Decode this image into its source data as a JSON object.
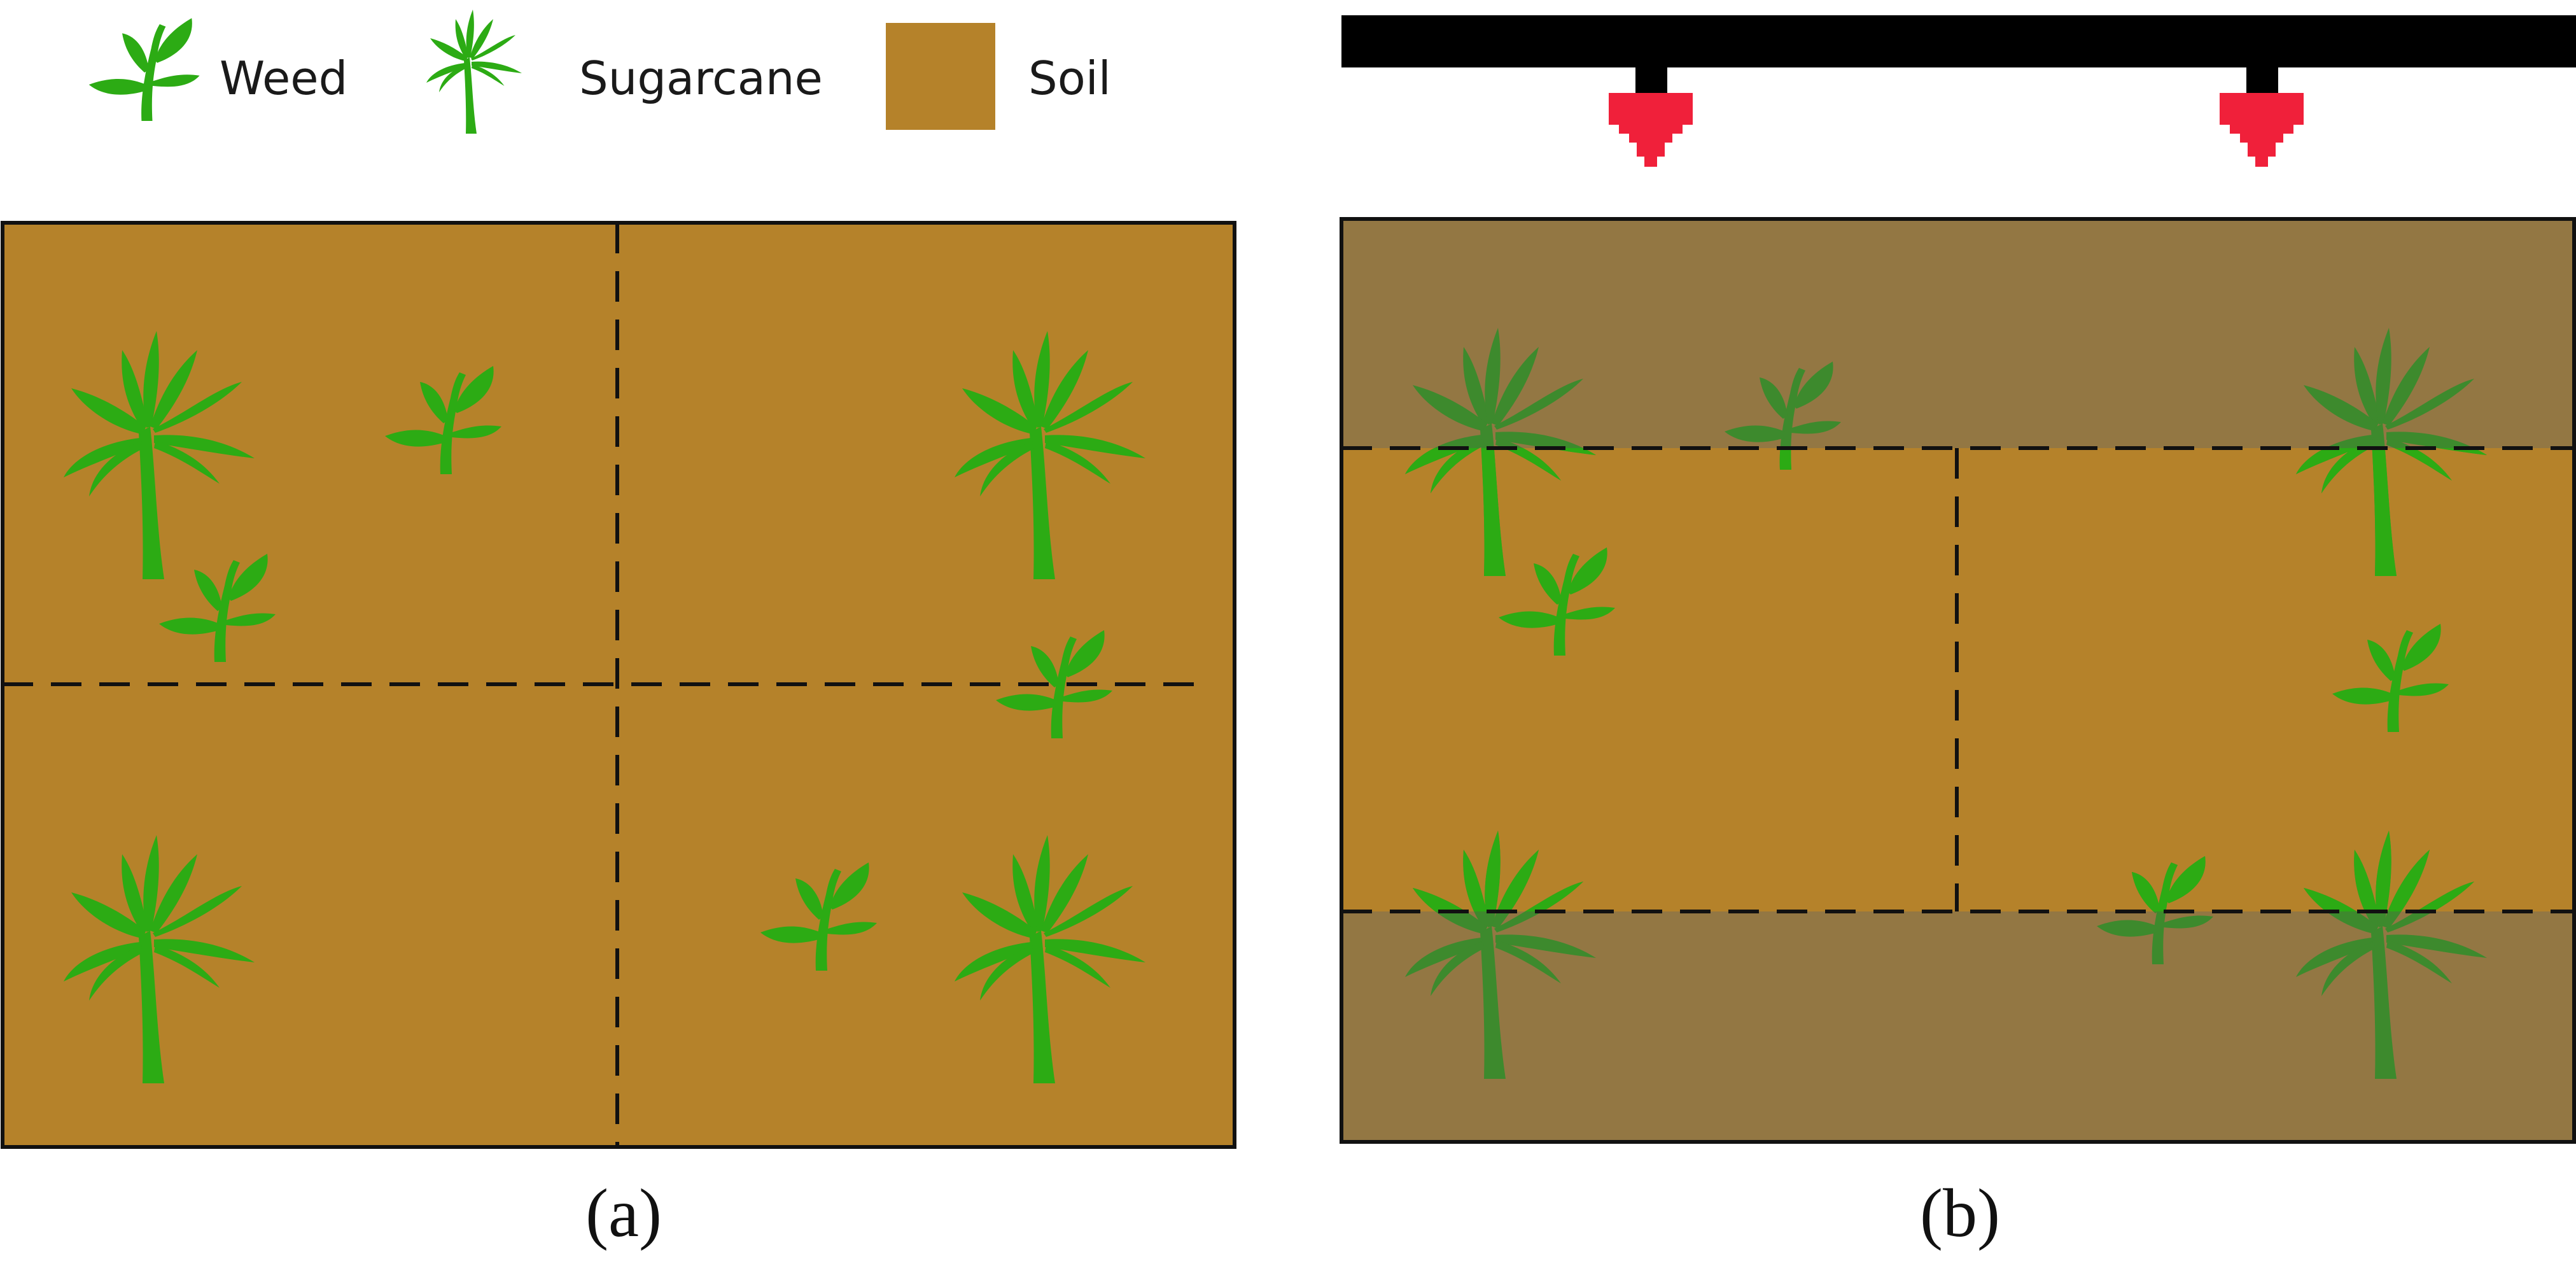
{
  "legend": {
    "weed_label": "Weed",
    "sugarcane_label": "Sugarcane",
    "soil_label": "Soil"
  },
  "panel_a": {
    "caption": "(a)"
  },
  "panel_b": {
    "caption": "(b)"
  },
  "colors": {
    "soil": "#b5822a",
    "soil_shaded": "#937743",
    "plant": "#2cab14",
    "plant_shaded": "#3d8a2d",
    "nozzle": "#f0203a",
    "boom": "#000000",
    "divider": "#111111"
  },
  "icons": {
    "weed": "weed-icon",
    "sugarcane": "sugarcane-icon",
    "nozzle": "spray-nozzle-icon"
  }
}
